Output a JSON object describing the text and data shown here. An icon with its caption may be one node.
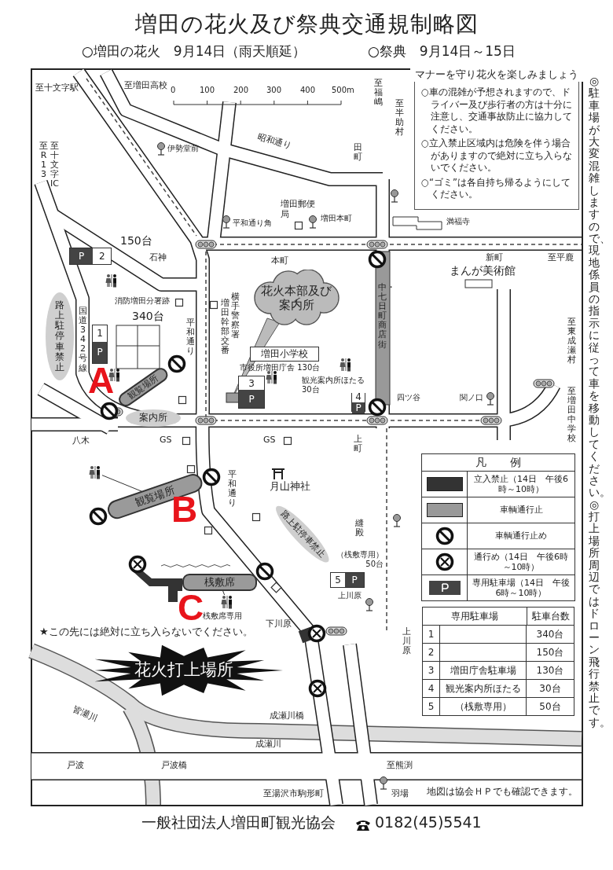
{
  "diagram": {
    "title": "増田の花火及び祭典交通規制略図",
    "nodes": [
      {
        "text": [
          "マナーを守り花火を楽しみましょう",
          "○車の混雑が予想されますので、ドライバー及び歩行者の方は十分に注意し、交通事故防止に協力してください。",
          "○立入禁止区域内は危険を伴う場合がありますので絶対に立ち入らないでください。",
          "○“ゴミ”は各自持ち帰るようにしてください。"
        ]
      },
      {
        "text": [
          "P",
          "2"
        ]
      },
      {
        "text": [
          "1",
          "P"
        ]
      },
      {
        "text": [
          "路上駐停車禁止"
        ]
      },
      {
        "text": [
          "花火本部及び案内所"
        ]
      },
      {
        "text": [
          "増田小学校"
        ]
      },
      {
        "text": [
          "3",
          "P"
        ]
      },
      {
        "text": [
          "4",
          "P"
        ]
      },
      {
        "text": [
          "観覧場所"
        ]
      },
      {
        "text": [
          "案内所"
        ]
      },
      {
        "text": [
          "観覧場所"
        ]
      },
      {
        "text": [
          "路上駐停車禁止"
        ]
      },
      {
        "text": [
          "5",
          "P"
        ]
      },
      {
        "text": [
          "桟敷席"
        ]
      },
      {
        "text": [
          "花火打上場所"
        ]
      },
      {
        "text": [],
        "shape": "person"
      },
      {
        "text": [],
        "shape": "person"
      }
    ],
    "edges": [
      {
        "from": 15,
        "to": 10,
        "arrow": "none"
      },
      {
        "from": 16,
        "to": 13,
        "arrow": "none"
      }
    ],
    "labels": [
      "○増田の花火　9月14日（雨天順延）",
      "○祭典　9月14日～15日",
      "至十文字駅",
      "至増田高校",
      "0",
      "100",
      "200",
      "300",
      "400",
      "500m",
      "至福嶋",
      "至半助村",
      "至R13",
      "至十文字IC",
      "伊勢堂前",
      "昭和通り",
      "田町",
      "増田郵便局",
      "平和通り角",
      "増田本町",
      "満福寺",
      "150台",
      "石神",
      "本町",
      "新町",
      "至平鹿",
      "まんが美術館",
      "消防増田分署跡",
      "340台",
      "国道342号線",
      "平和通り",
      "増田幹部交番",
      "横手警察署",
      "中・七日町商店街",
      "市役所増田庁舎 130台",
      "観光案内所ほたる 30台",
      "A",
      "至東成瀬村",
      "四ツ谷",
      "関ノ口",
      "至増田中学校",
      "八木",
      "GS",
      "GS",
      "上町",
      "月山神社",
      "B",
      "平和通り",
      "縫殿",
      "（桟敷専用）50台",
      "上川原",
      "C",
      "桟敷席専用",
      "★この先には絶対に立ち入らないでください。",
      "下川原",
      "上川原",
      "成瀬川橋",
      "皆瀬川",
      "戸波",
      "戸波橋",
      "成瀬川",
      "至熊渕",
      "至湯沢市駒形町",
      "羽場",
      "凡例",
      "専用駐車場",
      "駐車台数",
      "1",
      "340台",
      "2",
      "150台",
      "3",
      "増田庁舎駐車場",
      "130台",
      "4",
      "観光案内所ほたる",
      "30台",
      "5",
      "（桟敷専用）",
      "50台",
      "地図は協会ＨＰでも確認できます。",
      "◎駐車場が大変混雑しますので、現地係員の指示に従って車を移動してください。◎打上場所周辺ではドローン飛行禁止です。",
      "一般社団法人増田町観光協会",
      "0182(45)5541"
    ],
    "legend": [
      {
        "text": "立入禁止（14日　午後6時～10時）",
        "color": "#333333"
      },
      {
        "text": "車輌通行止",
        "color": "#999999"
      },
      {
        "text": "車輌通行止め"
      },
      {
        "text": "通行め（14日　午後6時～10時）"
      },
      {
        "text": "専用駐車場（14日　午後6時～10時）"
      }
    ]
  }
}
